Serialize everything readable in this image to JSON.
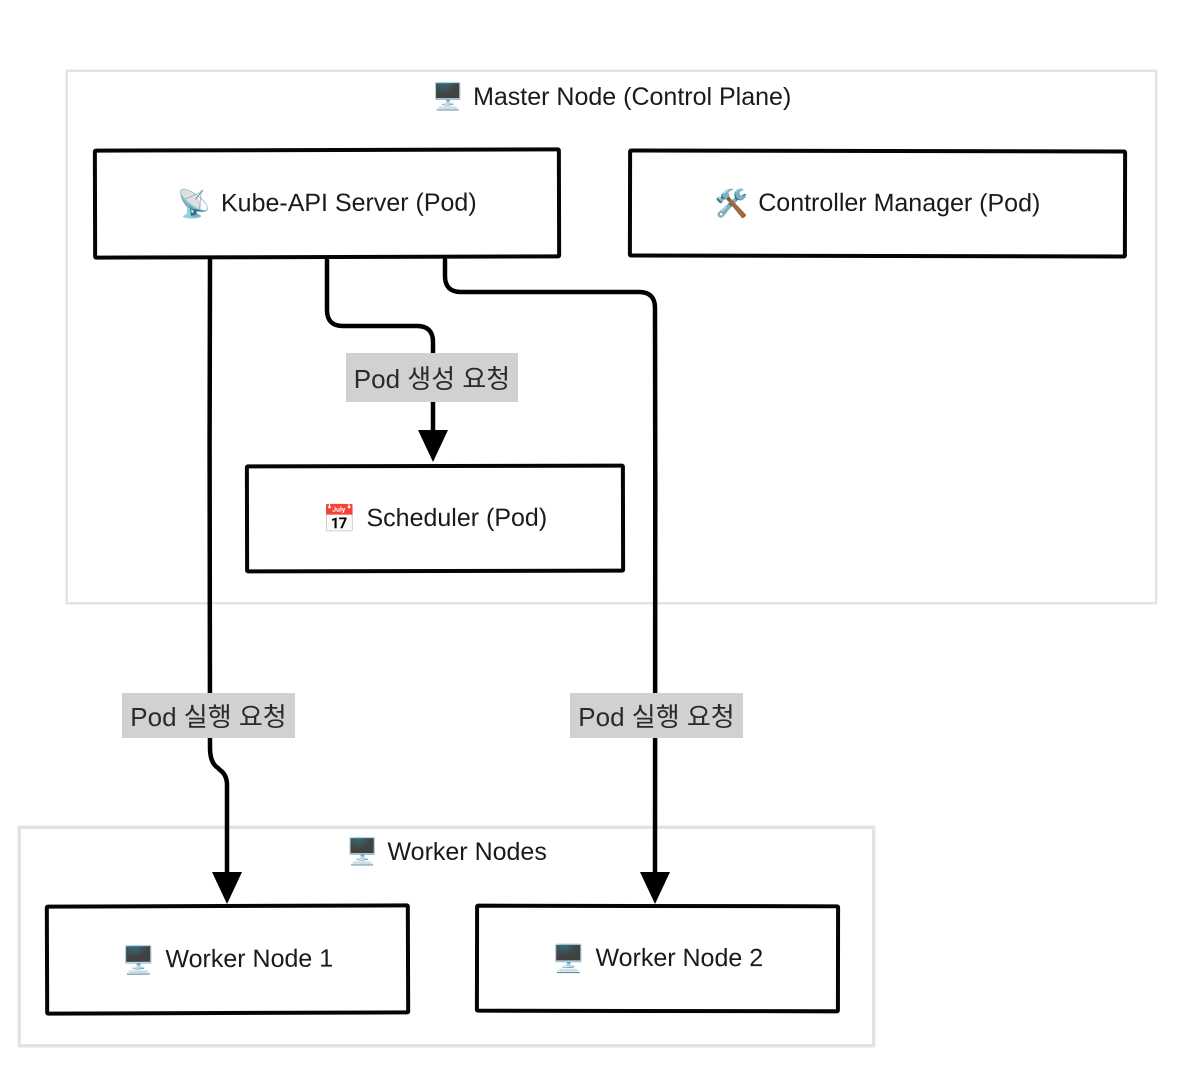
{
  "diagram": {
    "kind": "kubernetes-architecture-flowchart",
    "style": "hand-drawn",
    "colors": {
      "background": "#ffffff",
      "node_border": "#000000",
      "node_fill": "#ffffff",
      "cluster_border": "#e3e3e3",
      "edge_stroke": "#000000",
      "edge_label_bg": "#d1d1d1",
      "text": "#1a1a1a"
    }
  },
  "clusters": {
    "master": {
      "icon_name": "desktop-computer-icon",
      "icon": "🖥️",
      "title": "Master Node (Control Plane)"
    },
    "worker": {
      "icon_name": "desktop-computer-icon",
      "icon": "🖥️",
      "title": "Worker Nodes"
    }
  },
  "nodes": {
    "kube_api": {
      "icon_name": "satellite-antenna-icon",
      "icon": "📡",
      "label": "Kube-API Server (Pod)"
    },
    "controller": {
      "icon_name": "hammer-and-wrench-icon",
      "icon": "🛠️",
      "label": "Controller Manager (Pod)"
    },
    "scheduler": {
      "icon_name": "calendar-icon",
      "icon": "📅",
      "label": "Scheduler (Pod)"
    },
    "worker1": {
      "icon_name": "desktop-computer-icon",
      "icon": "🖥️",
      "label": "Worker Node 1"
    },
    "worker2": {
      "icon_name": "desktop-computer-icon",
      "icon": "🖥️",
      "label": "Worker Node 2"
    }
  },
  "edges": {
    "api_to_scheduler": {
      "from": "Kube-API Server (Pod)",
      "to": "Scheduler (Pod)",
      "label": "Pod 생성 요청"
    },
    "api_to_worker1": {
      "from": "Kube-API Server (Pod)",
      "to": "Worker Node 1",
      "label": "Pod 실행 요청"
    },
    "api_to_worker2": {
      "from": "Kube-API Server (Pod)",
      "to": "Worker Node 2",
      "label": "Pod 실행 요청"
    }
  }
}
